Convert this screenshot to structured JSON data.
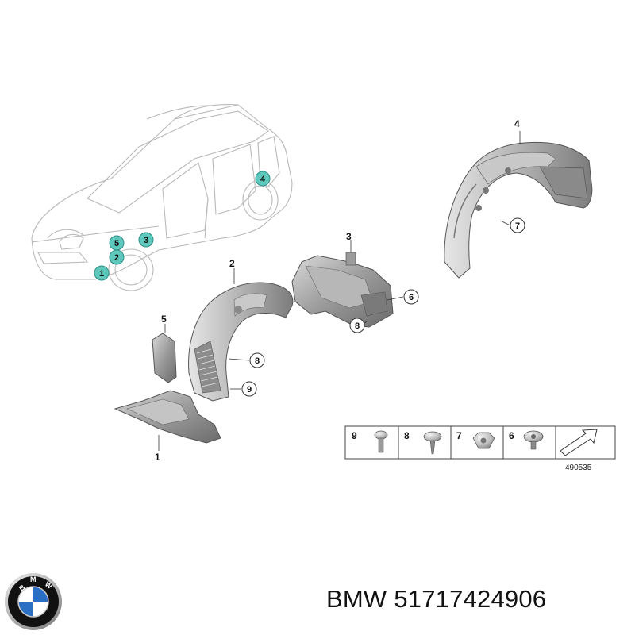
{
  "brand": {
    "logo_letters": "BMW",
    "logo_colors": {
      "ring": "#111111",
      "blue": "#2a6fc4",
      "white": "#ffffff",
      "chrome": "#c8c8c8"
    }
  },
  "caption": {
    "brand": "BMW",
    "part_number": "51717424906"
  },
  "diagram": {
    "figure_code": "490535",
    "accent_color": "#5ec8bd",
    "car_callouts": [
      "1",
      "2",
      "3",
      "4",
      "5"
    ],
    "part_labels": [
      "1",
      "2",
      "3",
      "4",
      "5"
    ],
    "part_callouts": [
      "6",
      "7",
      "8",
      "8",
      "9"
    ],
    "legend_items": [
      {
        "num": "9",
        "part": "push-rivet"
      },
      {
        "num": "8",
        "part": "screw"
      },
      {
        "num": "7",
        "part": "nut"
      },
      {
        "num": "6",
        "part": "clip"
      }
    ]
  }
}
